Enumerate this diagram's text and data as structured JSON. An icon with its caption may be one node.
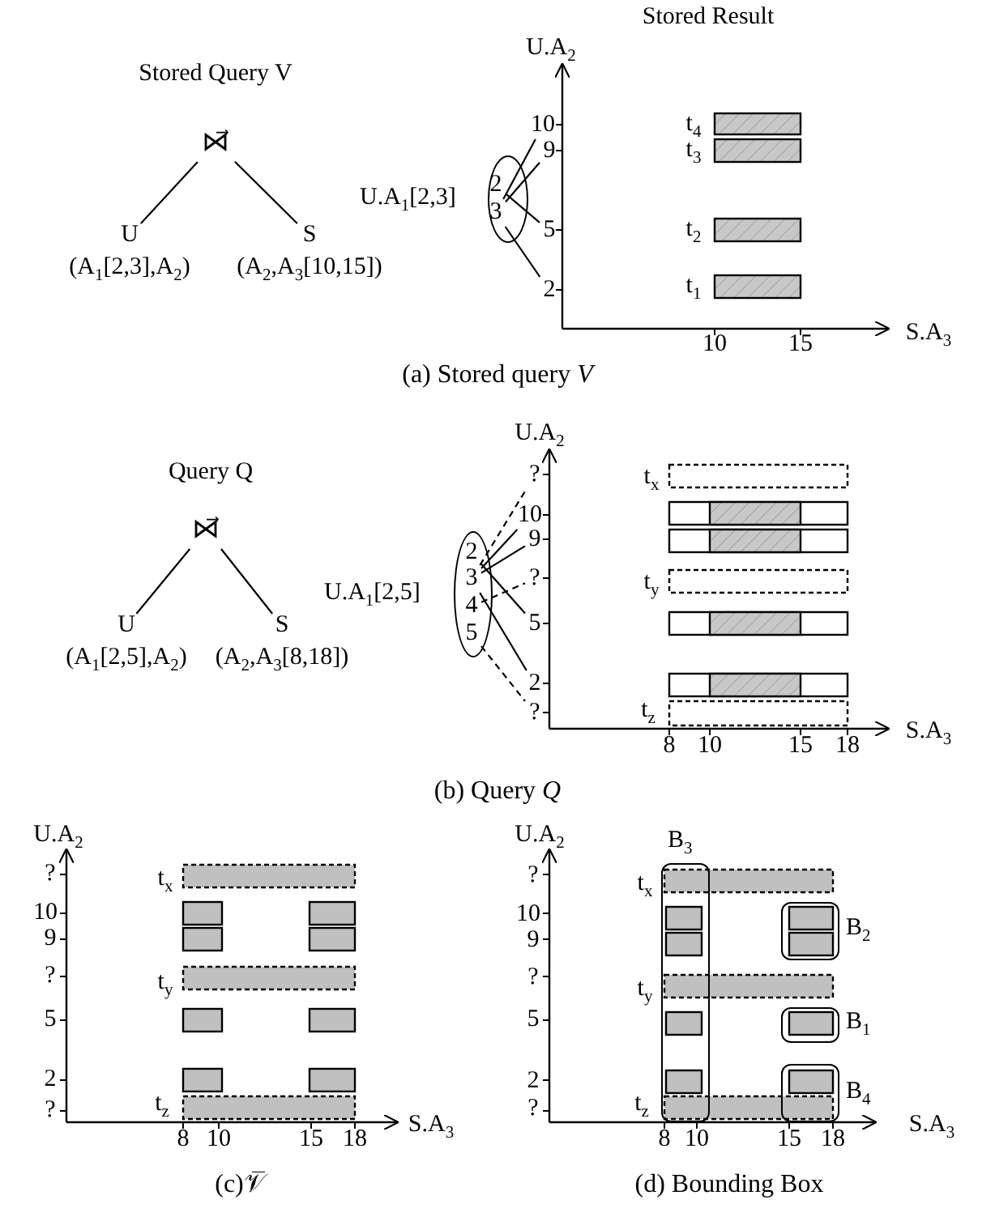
{
  "diagram": {
    "nodes": [
      {
        "text": [
          "⋈⃗"
        ]
      },
      {
        "text": [
          "U",
          "(A$_{1}$[2,3],A$_{2}$)"
        ]
      },
      {
        "text": [
          "S",
          "(A$_{2}$,A$_{3}$[10,15])"
        ]
      },
      {
        "text": [
          "U.A$_{1}$[2,3]"
        ]
      },
      {
        "text": [
          "2"
        ],
        "in": 3
      },
      {
        "text": [
          "3"
        ],
        "in": 3
      },
      {
        "text": [
          "10"
        ]
      },
      {
        "text": [
          "9"
        ]
      },
      {
        "text": [
          "5"
        ]
      },
      {
        "text": [
          "2"
        ]
      },
      {
        "text": [
          "⋈⃗"
        ]
      },
      {
        "text": [
          "U",
          "(A$_{1}$[2,5],A$_{2}$)"
        ]
      },
      {
        "text": [
          "S",
          "(A$_{2}$,A$_{3}$[8,18])"
        ]
      },
      {
        "text": [
          "U.A$_{1}$[2,5]"
        ]
      },
      {
        "text": [
          "2"
        ],
        "in": 13
      },
      {
        "text": [
          "3"
        ],
        "in": 13
      },
      {
        "text": [
          "4"
        ],
        "in": 13
      },
      {
        "text": [
          "5"
        ],
        "in": 13
      },
      {
        "text": [
          "?"
        ]
      },
      {
        "text": [
          "10"
        ]
      },
      {
        "text": [
          "9"
        ]
      },
      {
        "text": [
          "?"
        ]
      },
      {
        "text": [
          "5"
        ]
      },
      {
        "text": [
          "2"
        ]
      },
      {
        "text": [
          "?"
        ]
      },
      {
        "text": [
          "B$_{3}$"
        ]
      },
      {
        "text": [
          "B$_{2}$"
        ]
      },
      {
        "text": [
          "B$_{1}$"
        ]
      },
      {
        "text": [
          "B$_{4}$"
        ]
      }
    ],
    "edges": [
      {
        "from": 0,
        "to": 1,
        "arrow": "none"
      },
      {
        "from": 0,
        "to": 2,
        "arrow": "none"
      },
      {
        "from": 4,
        "to": 8,
        "arrow": "none"
      },
      {
        "from": 5,
        "to": 6,
        "arrow": "none"
      },
      {
        "from": 5,
        "to": 7,
        "arrow": "none"
      },
      {
        "from": 5,
        "to": 9,
        "arrow": "none"
      },
      {
        "from": 10,
        "to": 11,
        "arrow": "none"
      },
      {
        "from": 10,
        "to": 12,
        "arrow": "none"
      },
      {
        "from": 15,
        "to": 18,
        "arrow": "none",
        "style": "dashed"
      },
      {
        "from": 15,
        "to": 19,
        "arrow": "none"
      },
      {
        "from": 15,
        "to": 20,
        "arrow": "none"
      },
      {
        "from": 14,
        "to": 22,
        "arrow": "none"
      },
      {
        "from": 16,
        "to": 21,
        "arrow": "none",
        "style": "dashed"
      },
      {
        "from": 15,
        "to": 23,
        "arrow": "none"
      },
      {
        "from": 17,
        "to": 24,
        "arrow": "none",
        "style": "dashed"
      }
    ],
    "labels": [
      "Stored Result",
      "Stored Query V",
      "U.A$_{2}$",
      "t$_{4}$",
      "t$_{3}$",
      "t$_{2}$",
      "t$_{1}$",
      "10",
      "15",
      "S.A$_{3}$",
      "(a) Stored query *V*",
      "Query Q",
      "U.A$_{2}$",
      "t$_{x}$",
      "t$_{y}$",
      "t$_{z}$",
      "8",
      "10",
      "15",
      "18",
      "S.A$_{3}$",
      "(b) Query *Q*",
      "U.A$_{2}$",
      "?",
      "10",
      "9",
      "?",
      "5",
      "2",
      "?",
      "t$_{x}$",
      "t$_{y}$",
      "t$_{z}$",
      "8",
      "10",
      "15",
      "18",
      "S.A$_{3}$",
      "(c)𝒱̅",
      "U.A$_{2}$",
      "?",
      "10",
      "9",
      "?",
      "5",
      "2",
      "?",
      "t$_{x}$",
      "t$_{y}$",
      "t$_{z}$",
      "8",
      "10",
      "15",
      "18",
      "S.A$_{3}$",
      "(d) Bounding Box"
    ]
  }
}
